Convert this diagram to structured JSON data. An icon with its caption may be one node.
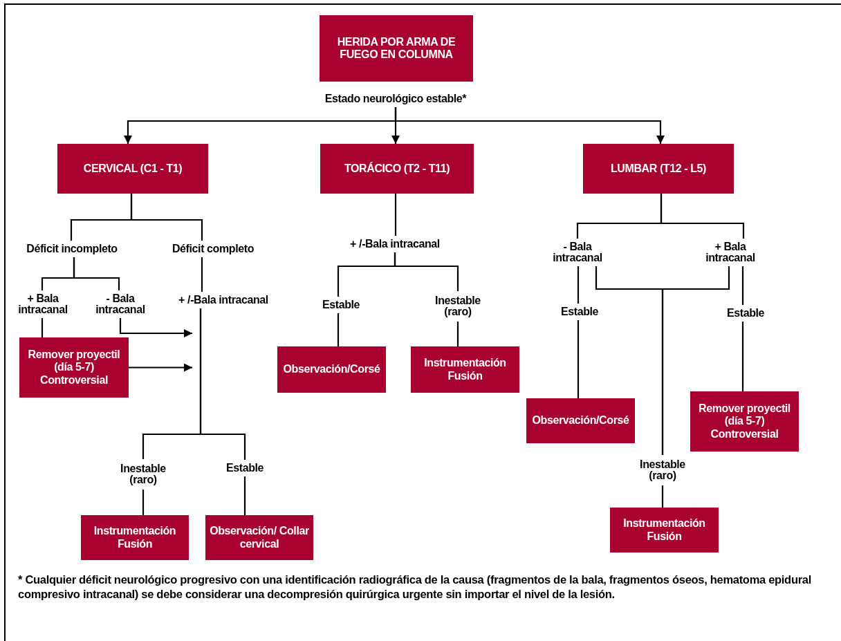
{
  "diagram": {
    "nodes": [
      {
        "text": [
          "HERIDA POR ARMA DE FUEGO EN COLUMNA"
        ]
      },
      {
        "text": [
          "Estado neurológico estable*"
        ]
      },
      {
        "text": [
          "CERVICAL (C1 - T1)"
        ]
      },
      {
        "text": [
          "TORÁCICO (T2 - T11)"
        ]
      },
      {
        "text": [
          "LUMBAR (T12 - L5)"
        ]
      },
      {
        "text": [
          "Déficit incompleto"
        ]
      },
      {
        "text": [
          "Déficit completo"
        ]
      },
      {
        "text": [
          "+ Bala intracanal"
        ]
      },
      {
        "text": [
          "- Bala intracanal"
        ]
      },
      {
        "text": [
          "+ /-Bala intracanal"
        ]
      },
      {
        "text": [
          "Remover proyectil (día 5-7) Controversial"
        ]
      },
      {
        "text": [
          "Inestable (raro)"
        ]
      },
      {
        "text": [
          "Estable"
        ]
      },
      {
        "text": [
          "Instrumentación Fusión"
        ]
      },
      {
        "text": [
          "Observación/ Collar cervical"
        ]
      },
      {
        "text": [
          "+ /-Bala intracanal"
        ]
      },
      {
        "text": [
          "Estable"
        ]
      },
      {
        "text": [
          "Inestable (raro)"
        ]
      },
      {
        "text": [
          "Observación/Corsé"
        ]
      },
      {
        "text": [
          "Instrumentación Fusión"
        ]
      },
      {
        "text": [
          "- Bala intracanal"
        ]
      },
      {
        "text": [
          "+ Bala intracanal"
        ]
      },
      {
        "text": [
          "Estable"
        ]
      },
      {
        "text": [
          "Estable"
        ]
      },
      {
        "text": [
          "Observación/Corsé"
        ]
      },
      {
        "text": [
          "Remover proyectil (día 5-7) Controversial"
        ]
      },
      {
        "text": [
          "Inestable (raro)"
        ]
      },
      {
        "text": [
          "Instrumentación Fusión"
        ]
      }
    ],
    "edges": [
      {
        "from": 1,
        "to": 2,
        "arrow": "to"
      },
      {
        "from": 1,
        "to": 3,
        "arrow": "to"
      },
      {
        "from": 1,
        "to": 4,
        "arrow": "to"
      },
      {
        "from": 2,
        "to": 5,
        "arrow": "none"
      },
      {
        "from": 2,
        "to": 6,
        "arrow": "none"
      },
      {
        "from": 5,
        "to": 7,
        "arrow": "none"
      },
      {
        "from": 5,
        "to": 8,
        "arrow": "none"
      },
      {
        "from": 6,
        "to": 9,
        "arrow": "none"
      },
      {
        "from": 7,
        "to": 10,
        "arrow": "none"
      },
      {
        "from": 8,
        "to": 9,
        "arrow": "to"
      },
      {
        "from": 10,
        "to": 9,
        "arrow": "to"
      },
      {
        "from": 9,
        "to": 11,
        "arrow": "none"
      },
      {
        "from": 9,
        "to": 12,
        "arrow": "none"
      },
      {
        "from": 11,
        "to": 13,
        "arrow": "none"
      },
      {
        "from": 12,
        "to": 14,
        "arrow": "none"
      },
      {
        "from": 3,
        "to": 15,
        "arrow": "none"
      },
      {
        "from": 15,
        "to": 16,
        "arrow": "none"
      },
      {
        "from": 15,
        "to": 17,
        "arrow": "none"
      },
      {
        "from": 16,
        "to": 18,
        "arrow": "none"
      },
      {
        "from": 17,
        "to": 19,
        "arrow": "none"
      },
      {
        "from": 4,
        "to": 20,
        "arrow": "none"
      },
      {
        "from": 4,
        "to": 21,
        "arrow": "none"
      },
      {
        "from": 20,
        "to": 22,
        "arrow": "none"
      },
      {
        "from": 21,
        "to": 23,
        "arrow": "none"
      },
      {
        "from": 22,
        "to": 24,
        "arrow": "none"
      },
      {
        "from": 23,
        "to": 25,
        "arrow": "none"
      },
      {
        "from": 20,
        "to": 26,
        "arrow": "none"
      },
      {
        "from": 21,
        "to": 26,
        "arrow": "none"
      },
      {
        "from": 26,
        "to": 27,
        "arrow": "none"
      }
    ],
    "labels": [
      "* Cualquier déficit neurológico progresivo con una identificación radiográfica de la causa (fragmentos de la bala, fragmentos óseos, hematoma epidural compresivo intracanal) se debe considerar una decompresión quirúrgica urgente sin importar el nivel de la lesión."
    ]
  }
}
